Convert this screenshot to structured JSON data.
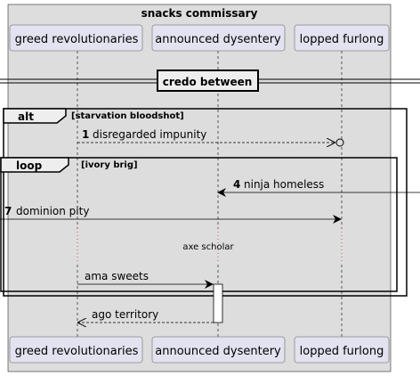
{
  "box": {
    "title": "snacks commissary"
  },
  "participants": [
    {
      "id": "greed",
      "label": "greed revolutionaries"
    },
    {
      "id": "dysentery",
      "label": "announced dysentery"
    },
    {
      "id": "furlong",
      "label": "lopped furlong"
    }
  ],
  "divider": {
    "label": "credo between"
  },
  "fragments": {
    "alt": {
      "keyword": "alt",
      "guard": "[starvation bloodshot]"
    },
    "loop": {
      "keyword": "loop",
      "guard": "[ivory brig]"
    }
  },
  "messages": [
    {
      "number": "1",
      "label": "disregarded impunity"
    },
    {
      "number": "4",
      "label": "ninja homeless"
    },
    {
      "number": "7",
      "label": "dominion pity"
    },
    {
      "number": "",
      "label": "ama sweets"
    },
    {
      "number": "",
      "label": "ago territory"
    }
  ],
  "delay": {
    "label": "axe scholar"
  },
  "colors": {
    "box_fill": "#dddddd",
    "participant_fill": "#e2e2f0",
    "line": "#000000"
  }
}
